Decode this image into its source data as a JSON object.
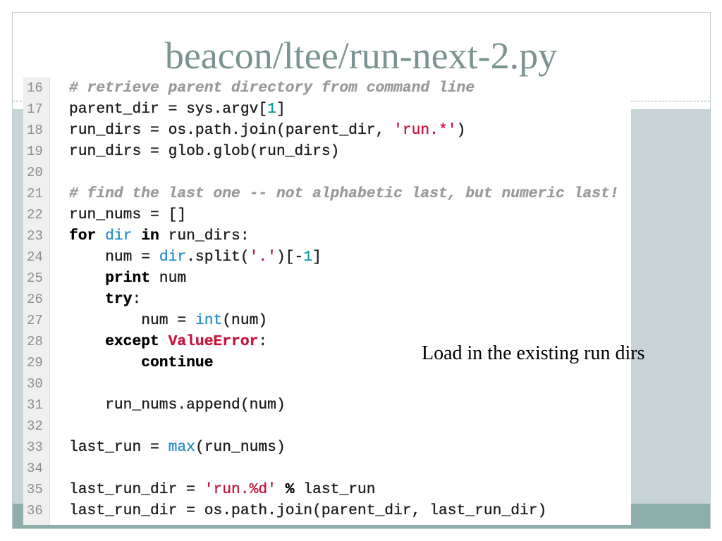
{
  "slide": {
    "title": "beacon/ltee/run-next-2.py",
    "caption": "Load in the existing run dirs"
  },
  "theme": {
    "title": "#7a9491",
    "band_light": "#c7d3d7",
    "band_dark": "#8eaeab",
    "frame": "#bccbcf",
    "divider": "#9eafb2",
    "gutter": "#efefef",
    "line_number": "#8d8d8d",
    "code_text": "#1c1c1c",
    "caption": "#000000"
  },
  "code": {
    "lines": [
      {
        "number": "16",
        "tokens": [
          {
            "text": "# retrieve parent directory from command line",
            "color": "#9a9a9a",
            "italic": true,
            "bold": true
          }
        ]
      },
      {
        "number": "17",
        "tokens": [
          {
            "text": "parent_dir = sys.argv["
          },
          {
            "text": "1",
            "color": "#179c9c"
          },
          {
            "text": "]"
          }
        ]
      },
      {
        "number": "18",
        "tokens": [
          {
            "text": "run_dirs = os.path.join(parent_dir, "
          },
          {
            "text": "'run.*'",
            "color": "#c8143c"
          },
          {
            "text": ")"
          }
        ]
      },
      {
        "number": "19",
        "tokens": [
          {
            "text": "run_dirs = glob.glob(run_dirs)"
          }
        ]
      },
      {
        "number": "20",
        "tokens": []
      },
      {
        "number": "21",
        "tokens": [
          {
            "text": "# find the last one -- not alphabetic last, but numeric last!",
            "color": "#9a9a9a",
            "italic": true,
            "bold": true
          }
        ]
      },
      {
        "number": "22",
        "tokens": [
          {
            "text": "run_nums = []"
          }
        ]
      },
      {
        "number": "23",
        "tokens": [
          {
            "text": "for",
            "color": "#000000",
            "bold": true
          },
          {
            "text": " "
          },
          {
            "text": "dir",
            "color": "#2a8fc9"
          },
          {
            "text": " "
          },
          {
            "text": "in",
            "color": "#000000",
            "bold": true
          },
          {
            "text": " run_dirs:"
          }
        ]
      },
      {
        "number": "24",
        "tokens": [
          {
            "text": "    num = "
          },
          {
            "text": "dir",
            "color": "#2a8fc9"
          },
          {
            "text": ".split("
          },
          {
            "text": "'.'",
            "color": "#c8143c"
          },
          {
            "text": ")[-"
          },
          {
            "text": "1",
            "color": "#179c9c"
          },
          {
            "text": "]"
          }
        ]
      },
      {
        "number": "25",
        "tokens": [
          {
            "text": "    "
          },
          {
            "text": "print",
            "color": "#000000",
            "bold": true
          },
          {
            "text": " num"
          }
        ]
      },
      {
        "number": "26",
        "tokens": [
          {
            "text": "    "
          },
          {
            "text": "try",
            "color": "#000000",
            "bold": true
          },
          {
            "text": ":"
          }
        ]
      },
      {
        "number": "27",
        "tokens": [
          {
            "text": "        num = "
          },
          {
            "text": "int",
            "color": "#2a8fc9"
          },
          {
            "text": "(num)"
          }
        ]
      },
      {
        "number": "28",
        "tokens": [
          {
            "text": "    "
          },
          {
            "text": "except",
            "color": "#000000",
            "bold": true
          },
          {
            "text": " "
          },
          {
            "text": "ValueError",
            "color": "#c8143c",
            "bold": true
          },
          {
            "text": ":"
          }
        ]
      },
      {
        "number": "29",
        "tokens": [
          {
            "text": "        "
          },
          {
            "text": "continue",
            "color": "#000000",
            "bold": true
          }
        ]
      },
      {
        "number": "30",
        "tokens": []
      },
      {
        "number": "31",
        "tokens": [
          {
            "text": "    run_nums.append(num)"
          }
        ]
      },
      {
        "number": "32",
        "tokens": []
      },
      {
        "number": "33",
        "tokens": [
          {
            "text": "last_run = "
          },
          {
            "text": "max",
            "color": "#2a8fc9"
          },
          {
            "text": "(run_nums)"
          }
        ]
      },
      {
        "number": "34",
        "tokens": []
      },
      {
        "number": "35",
        "tokens": [
          {
            "text": "last_run_dir = "
          },
          {
            "text": "'run.%d'",
            "color": "#c8143c"
          },
          {
            "text": " "
          },
          {
            "text": "%",
            "color": "#000000",
            "bold": true
          },
          {
            "text": " last_run"
          }
        ]
      },
      {
        "number": "36",
        "tokens": [
          {
            "text": "last_run_dir = os.path.join(parent_dir, last_run_dir)"
          }
        ]
      }
    ]
  }
}
